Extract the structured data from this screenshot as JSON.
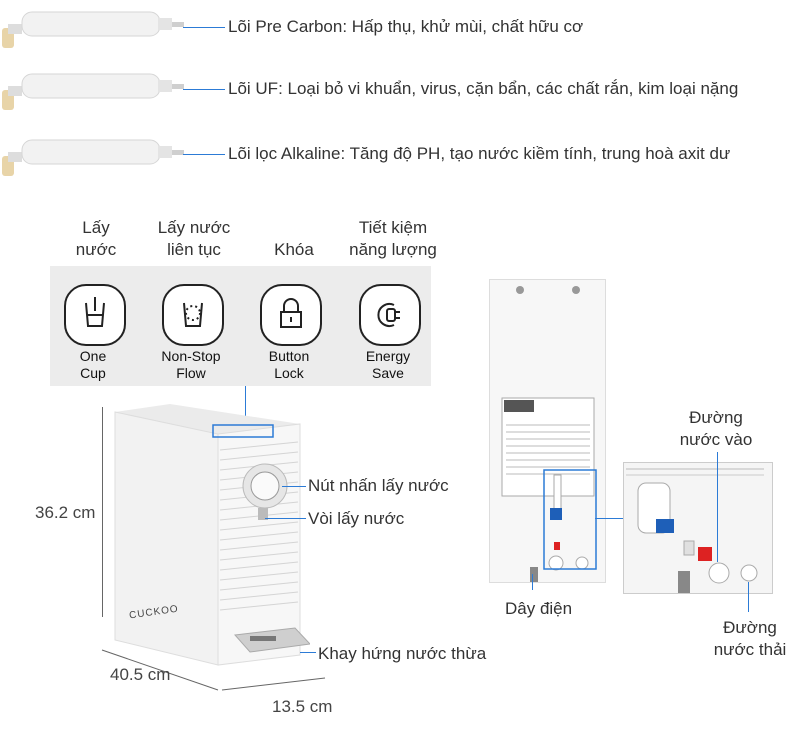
{
  "filters": [
    {
      "label": "Lõi Pre Carbon: Hấp thụ, khử mùi, chất hữu cơ"
    },
    {
      "label": "Lõi UF: Loại bỏ vi khuẩn, virus, cặn bẩn, các chất rắn, kim loại nặng"
    },
    {
      "label": "Lõi lọc Alkaline: Tăng độ PH, tạo nước kiềm tính, trung hoà axit dư"
    }
  ],
  "panel_buttons": [
    {
      "head1": "Lấy",
      "head2": "nước",
      "line1": "One",
      "line2": "Cup",
      "icon": "cup-icon"
    },
    {
      "head1": "Lấy nước",
      "head2": "liên tục",
      "line1": "Non-Stop",
      "line2": "Flow",
      "icon": "dotted-cup-icon"
    },
    {
      "head1": "Khóa",
      "head2": "",
      "line1": "Button",
      "line2": "Lock",
      "icon": "lock-icon"
    },
    {
      "head1": "Tiết kiệm",
      "head2": "năng lượng",
      "line1": "Energy",
      "line2": "Save",
      "icon": "energy-plug-icon"
    }
  ],
  "product": {
    "brand": "CUCKOO",
    "height": "36.2 cm",
    "depth": "40.5 cm",
    "width": "13.5 cm",
    "dispense_button": "Nút nhấn lấy nước",
    "faucet": "Vòi lấy nước",
    "drip_tray": "Khay hứng nước thừa"
  },
  "rear": {
    "power_cord": "Dây điện",
    "water_in": {
      "line1": "Đường",
      "line2": "nước vào"
    },
    "water_out": {
      "line1": "Đường",
      "line2": "nước thải"
    }
  },
  "colors": {
    "accent": "#2c7bd6"
  }
}
